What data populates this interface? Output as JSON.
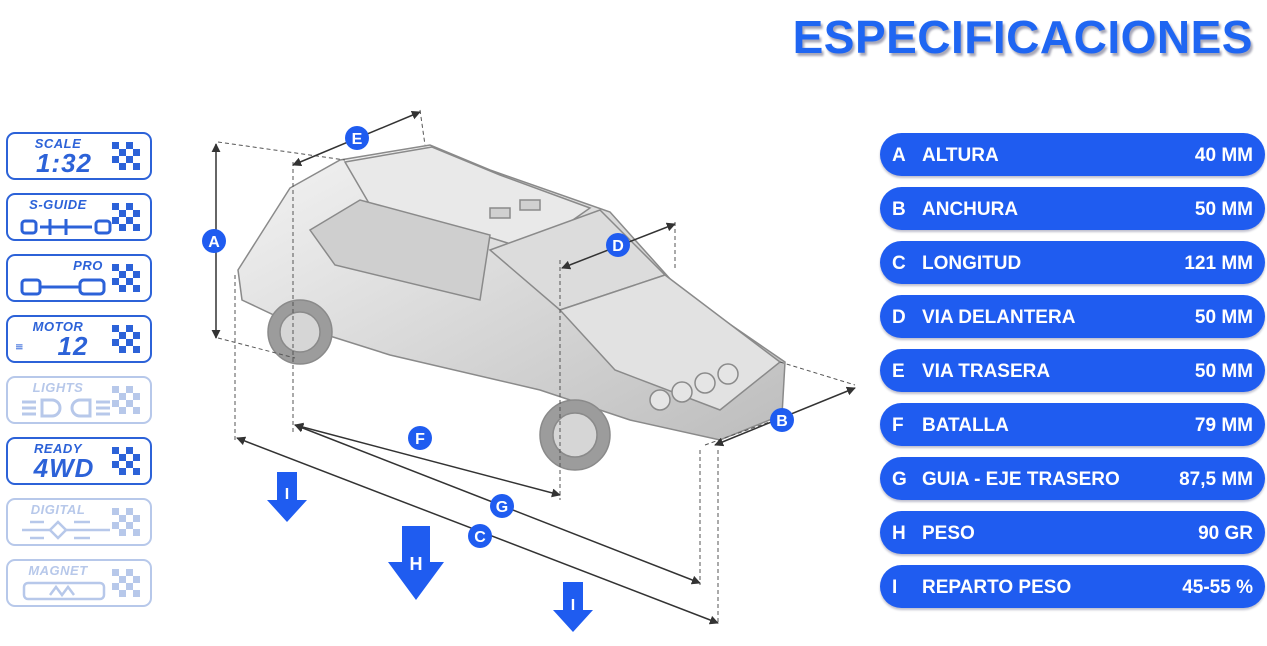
{
  "title": "ESPECIFICACIONES",
  "badges": [
    {
      "top": "SCALE",
      "main": "1:32",
      "icon": "scale-icon",
      "dim": false
    },
    {
      "top": "S-GUIDE",
      "main": "",
      "icon": "guide-icon",
      "dim": false
    },
    {
      "top": "PRO",
      "main": "",
      "icon": "motor-pro-icon",
      "dim": false
    },
    {
      "top": "MOTOR",
      "main": "12",
      "icon": "motor-icon",
      "dim": false
    },
    {
      "top": "LIGHTS",
      "main": "",
      "icon": "lights-icon",
      "dim": true
    },
    {
      "top": "READY",
      "main": "4WD",
      "icon": "4wd-icon",
      "dim": false
    },
    {
      "top": "DIGITAL",
      "main": "",
      "icon": "digital-icon",
      "dim": true
    },
    {
      "top": "MAGNET",
      "main": "",
      "icon": "magnet-icon",
      "dim": true
    }
  ],
  "specs": [
    {
      "letter": "A",
      "label": "ALTURA",
      "value": "40 MM"
    },
    {
      "letter": "B",
      "label": "ANCHURA",
      "value": "50 MM"
    },
    {
      "letter": "C",
      "label": "LONGITUD",
      "value": "121 MM"
    },
    {
      "letter": "D",
      "label": "VIA DELANTERA",
      "value": "50 MM"
    },
    {
      "letter": "E",
      "label": "VIA TRASERA",
      "value": "50 MM"
    },
    {
      "letter": "F",
      "label": "BATALLA",
      "value": "79 MM"
    },
    {
      "letter": "G",
      "label": "GUIA - EJE TRASERO",
      "value": "87,5 MM"
    },
    {
      "letter": "H",
      "label": "PESO",
      "value": "90 GR"
    },
    {
      "letter": "I",
      "label": "REPARTO PESO",
      "value": "45-55 %"
    }
  ],
  "diagram_markers": {
    "a": "A",
    "b": "B",
    "c": "C",
    "d": "D",
    "e": "E",
    "f": "F",
    "g": "G",
    "h": "H",
    "i_left": "I",
    "i_right": "I"
  },
  "colors": {
    "accent": "#1f5cf0",
    "title": "#1f66f2",
    "dim": "#b7c8ea"
  }
}
